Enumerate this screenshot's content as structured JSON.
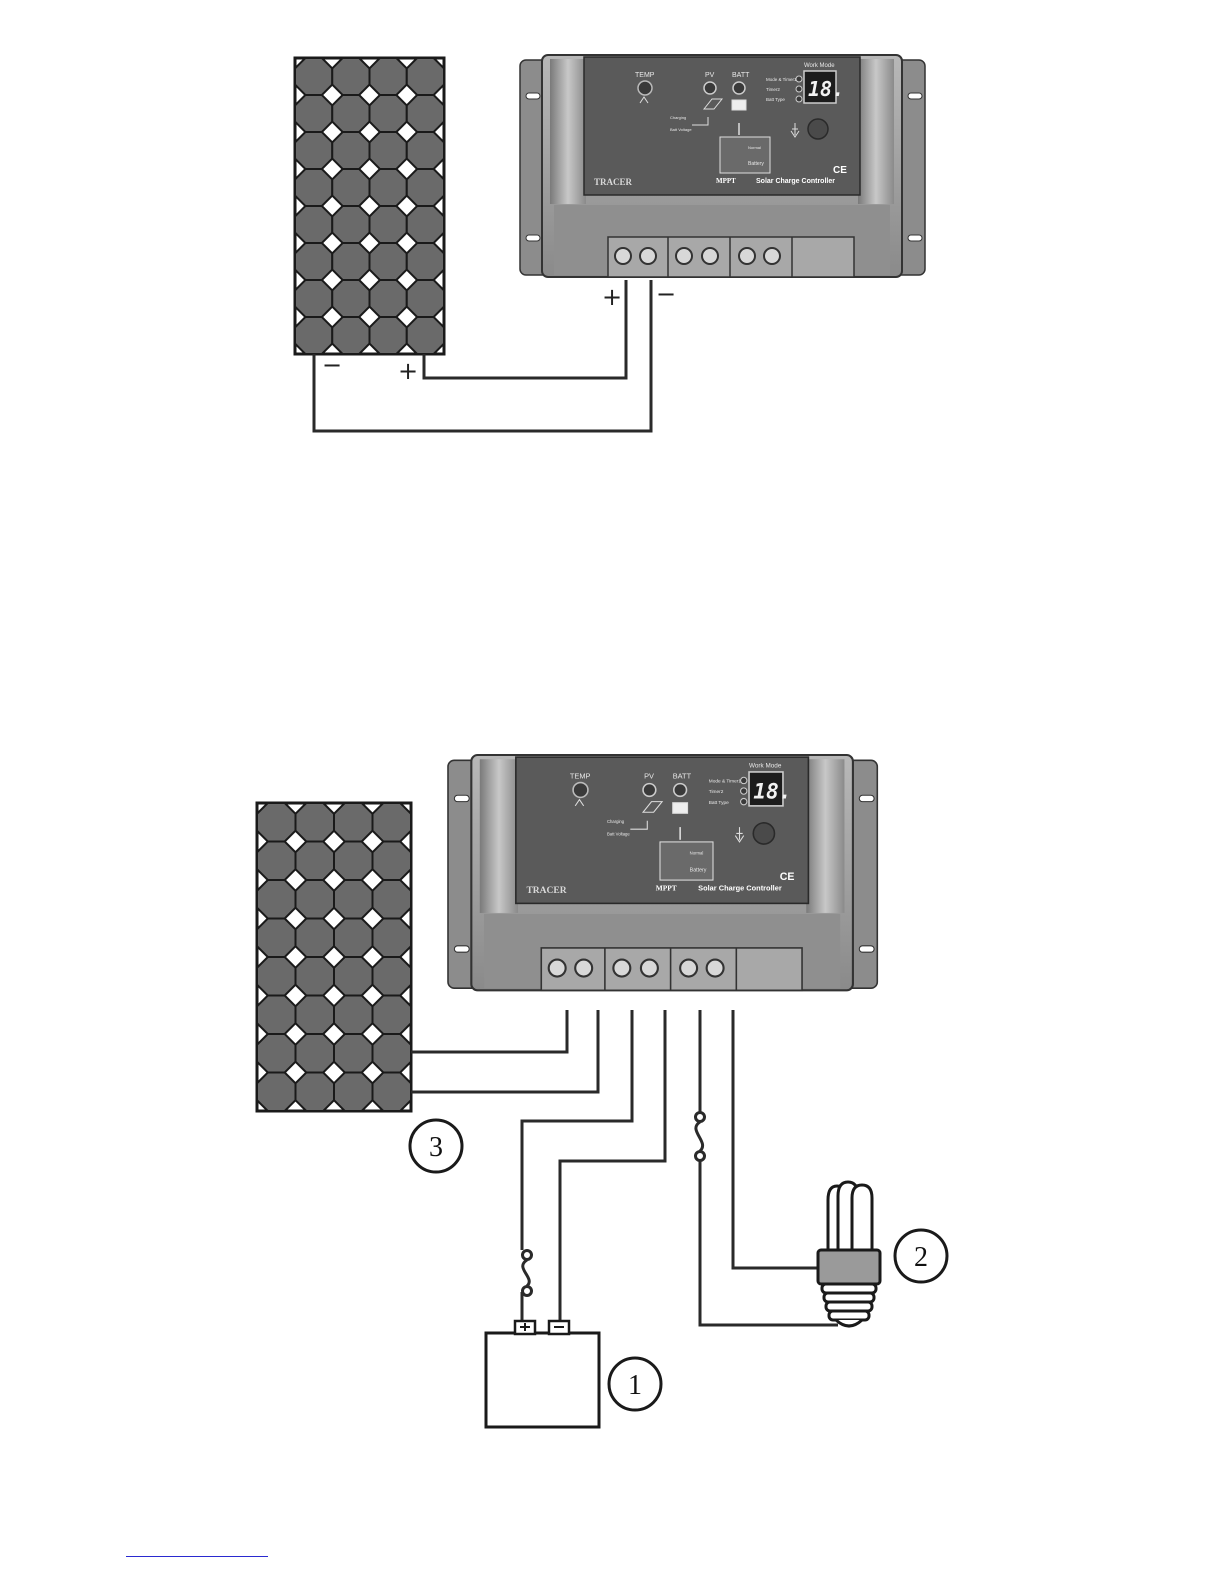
{
  "controller": {
    "temp_label": "TEMP",
    "pv_label": "PV",
    "batt_label": "BATT",
    "work_mode_label": "Work Mode",
    "mode_labels": [
      "Mode & Timer1",
      "Timer2",
      "Batt Type"
    ],
    "display_value": "18.",
    "brand": "TRACER",
    "mppt": "MPPT",
    "product": "Solar Charge Controller",
    "ce_mark": "CE",
    "battery_label": "Battery",
    "normal_label": "Normal",
    "charging_label": "Charging",
    "batt_voltage_label": "Batt Voltage"
  },
  "diagram1": {
    "panel_minus": "−",
    "panel_plus": "+",
    "terminal_plus": "+",
    "terminal_minus": "−"
  },
  "diagram2": {
    "callouts": [
      "1",
      "2",
      "3"
    ]
  },
  "colors": {
    "body_light": "#a8a8a8",
    "body_dark": "#6f6f6f",
    "face": "#5a5a5a",
    "panel_cell": "#6a6a6a",
    "wire": "#2a2a2a"
  }
}
